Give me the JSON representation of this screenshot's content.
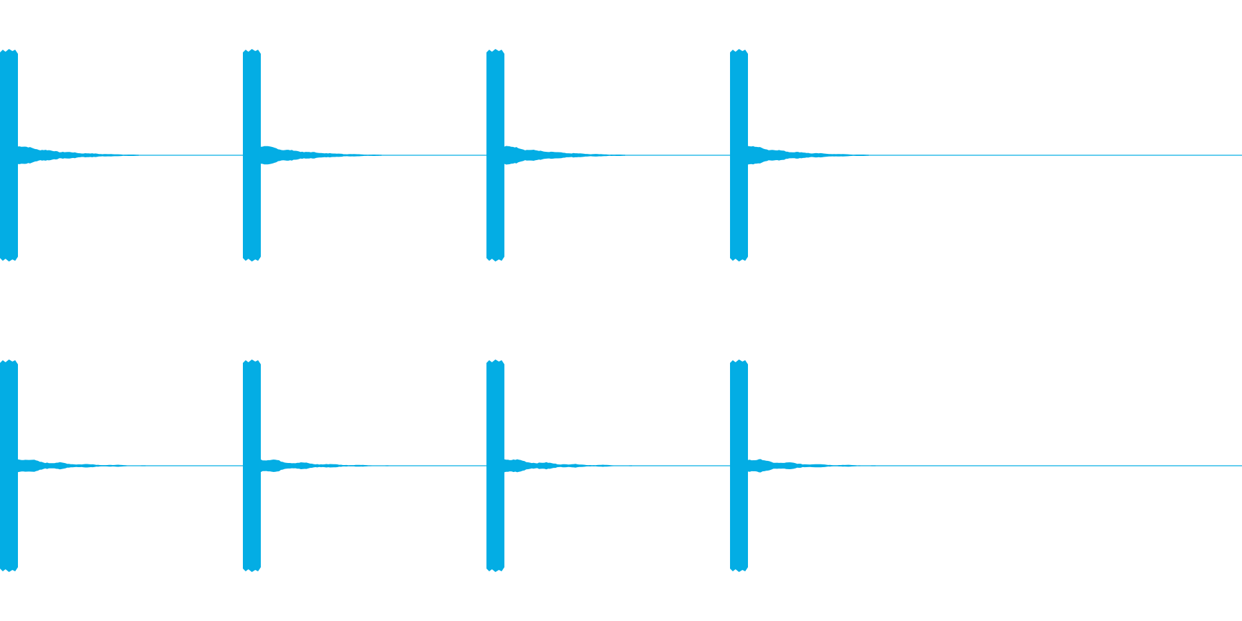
{
  "colors": {
    "background": "#ffffff",
    "waveform": "#03ADE4"
  },
  "channels": [
    {
      "id": "left",
      "tail_profile": "decay"
    },
    {
      "id": "right",
      "tail_profile": "pulsed"
    }
  ],
  "clicks": {
    "count": 4,
    "description_free": true
  }
}
